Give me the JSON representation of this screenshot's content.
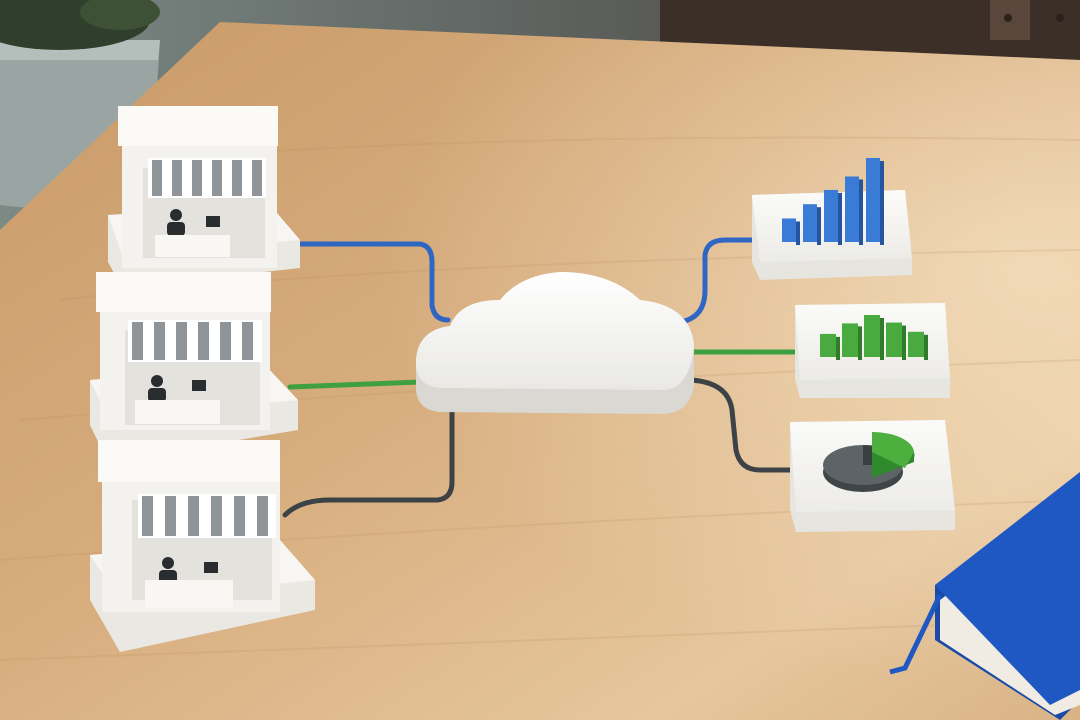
{
  "scene": {
    "description_elements": [
      "wooden-table",
      "plant-pot",
      "store-model",
      "cloud-hub",
      "bar-chart-tile",
      "pie-chart-tile",
      "notebook"
    ],
    "stores": [
      {
        "id": "store-1"
      },
      {
        "id": "store-2"
      },
      {
        "id": "store-3"
      }
    ],
    "tiles": [
      {
        "id": "tile-blue-bars",
        "kind": "bar-chart",
        "bar_levels": [
          0.28,
          0.45,
          0.62,
          0.78,
          1.0
        ]
      },
      {
        "id": "tile-green-bars",
        "kind": "bar-chart",
        "bar_levels": [
          0.55,
          0.8,
          1.0,
          0.82,
          0.6
        ]
      },
      {
        "id": "tile-pie",
        "kind": "pie-chart",
        "slices": [
          0.3,
          0.7
        ]
      }
    ],
    "colors": {
      "table": "#d2a97a",
      "table_light": "#e2bf95",
      "model_white": "#f4f3ef",
      "blue_cable": "#2f66c4",
      "green_cable": "#3fa040",
      "dark_cable": "#3d4246",
      "bar_blue": "#3a7bd5",
      "bar_green": "#49ab3f",
      "pie_gray": "#5d6468",
      "pie_green": "#4caf3e",
      "notebook_blue": "#1f58c2"
    }
  }
}
